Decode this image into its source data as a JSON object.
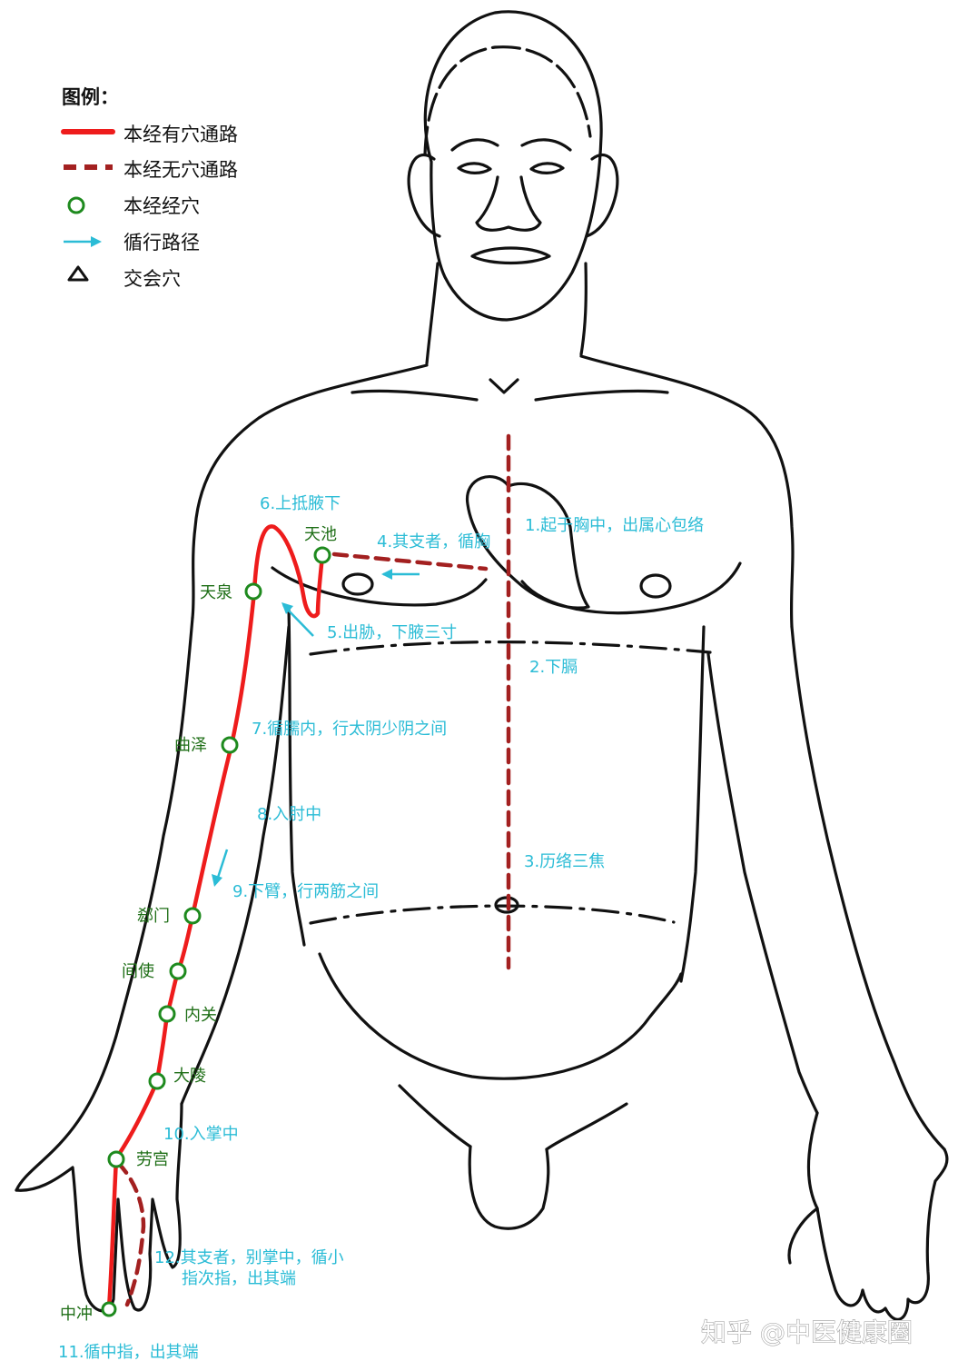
{
  "legend": {
    "title": "图例：",
    "items": [
      {
        "label": "本经有穴通路",
        "icon": "solid-red-line"
      },
      {
        "label": "本经无穴通路",
        "icon": "dashed-dark-red-line"
      },
      {
        "label": "本经经穴",
        "icon": "green-circle-icon"
      },
      {
        "label": "循行路径",
        "icon": "cyan-arrow-icon"
      },
      {
        "label": "交会穴",
        "icon": "triangle-icon"
      }
    ]
  },
  "colors": {
    "meridian": "#ee1c1c",
    "meridian_dashed": "#a32020",
    "acupoint": "#1e8a1e",
    "path_label": "#2bbcd6",
    "outline": "#111111"
  },
  "acupoints": [
    "天池",
    "天泉",
    "曲泽",
    "郄门",
    "间使",
    "内关",
    "大陵",
    "劳宫",
    "中冲"
  ],
  "path_labels": [
    "1.起于胸中，出属心包络",
    "2.下膈",
    "3.历络三焦",
    "4.其支者，循胸",
    "5.出胁，下腋三寸",
    "6.上抵腋下",
    "7.循臑内，行太阴少阴之间",
    "8.入肘中",
    "9.下臂，行两筋之间",
    "10.入掌中",
    "11.循中指，出其端",
    "12.其支者，别掌中，循小",
    "指次指，出其端"
  ],
  "watermark": "知乎 @中医健康圈"
}
